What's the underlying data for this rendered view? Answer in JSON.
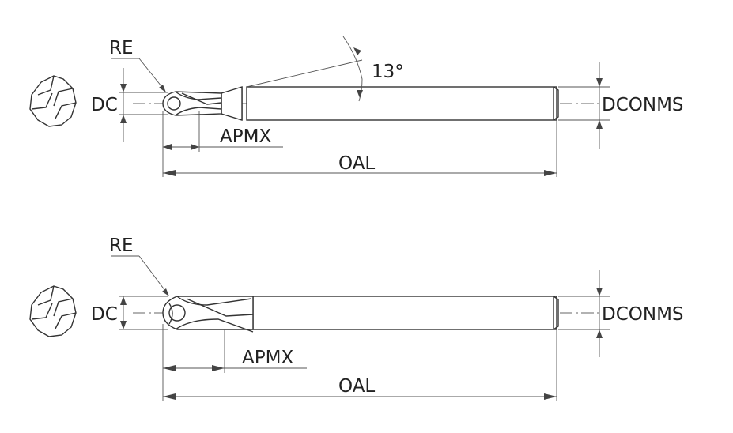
{
  "drawings": [
    {
      "labels": {
        "re": "RE",
        "dc": "DC",
        "apmx": "APMX",
        "oal": "OAL",
        "dconms": "DCONMS",
        "angle": "13°"
      }
    },
    {
      "labels": {
        "re": "RE",
        "dc": "DC",
        "apmx": "APMX",
        "oal": "OAL",
        "dconms": "DCONMS"
      }
    }
  ],
  "colors": {
    "line": "#333333",
    "background": "#ffffff"
  }
}
